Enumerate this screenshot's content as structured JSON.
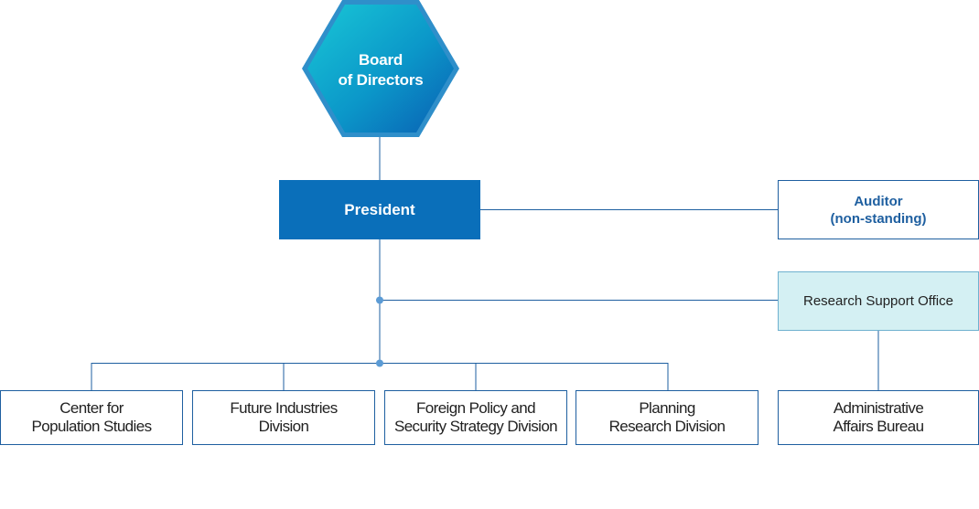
{
  "diagram": {
    "board": {
      "line1": "Board",
      "line2": "of Directors"
    },
    "president": {
      "label": "President"
    },
    "auditor": {
      "line1": "Auditor",
      "line2": "(non-standing)"
    },
    "research_support": {
      "label": "Research Support Office"
    },
    "units": [
      {
        "line1": "Center for",
        "line2": "Population Studies"
      },
      {
        "line1": "Future Industries",
        "line2": "Division"
      },
      {
        "line1": "Foreign Policy and",
        "line2": "Security Strategy Division"
      },
      {
        "line1": "Planning",
        "line2": "Research Division"
      }
    ],
    "admin": {
      "line1": "Administrative",
      "line2": "Affairs Bureau"
    }
  },
  "colors": {
    "president_fill": "#0a6fba",
    "box_border": "#1e5fa0",
    "support_fill": "#d4f0f3",
    "hex_gradient_start": "#17c0d2",
    "hex_gradient_end": "#0a63b5",
    "connector": "#1e5fa0"
  }
}
